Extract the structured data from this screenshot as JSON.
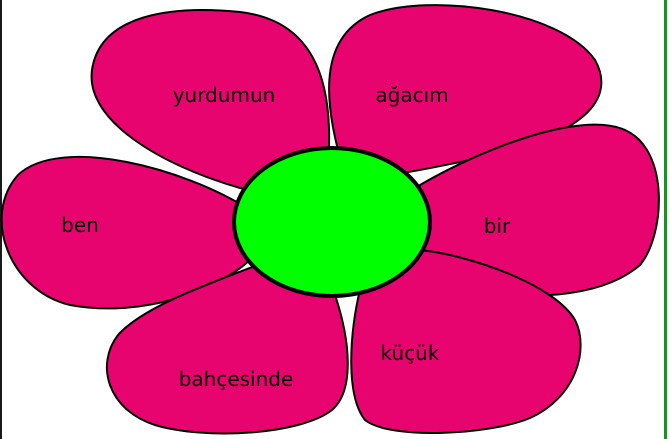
{
  "flower": {
    "petals": [
      {
        "id": "top-left",
        "word": "yurdumun"
      },
      {
        "id": "top-right",
        "word": "ağacım"
      },
      {
        "id": "left",
        "word": "ben"
      },
      {
        "id": "right",
        "word": "bir"
      },
      {
        "id": "bottom-left",
        "word": "bahçesinde"
      },
      {
        "id": "bottom-right",
        "word": "küçük"
      }
    ],
    "petal_color": "#e8046e",
    "center_color": "#00ff00",
    "outline_color": "#000000"
  },
  "frame": {
    "left_edge_color": "#1a1a1a",
    "right_edge_color": "#1f8f2a"
  }
}
